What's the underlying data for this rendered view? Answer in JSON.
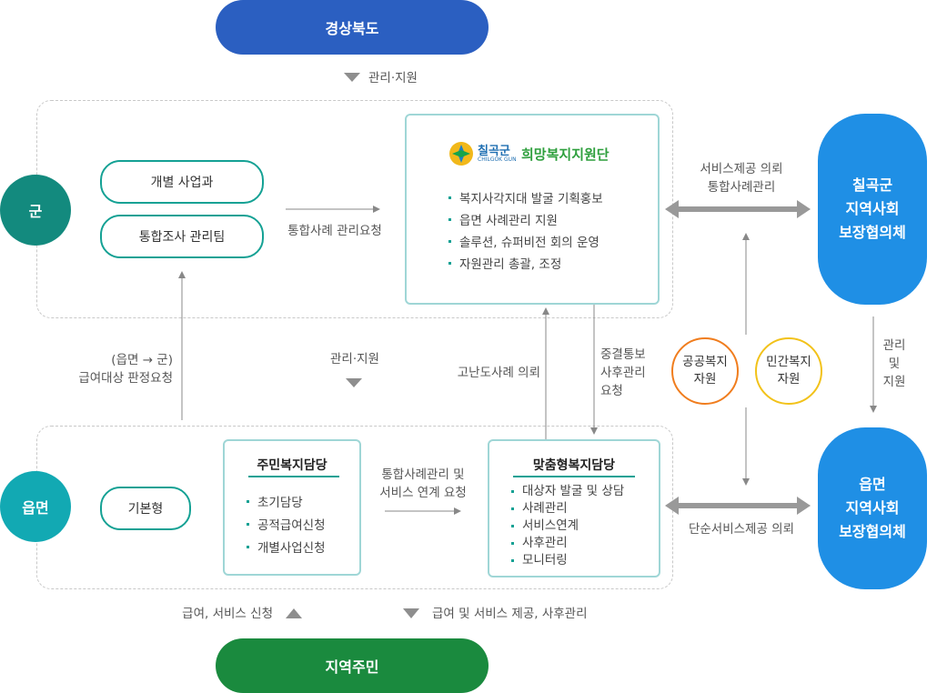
{
  "top": {
    "province": "경상북도",
    "support_label": "관리·지원"
  },
  "gun": {
    "circle": "군",
    "dept1": "개별 사업과",
    "dept2": "통합조사 관리팀",
    "request_label": "통합사례 관리요청",
    "center": {
      "logo_main": "칠곡군",
      "logo_sub": "CHILGOK GUN",
      "logo_slogan": "희망복지지원단",
      "items": [
        "복지사각지대 발굴 기획홍보",
        "읍면 사례관리 지원",
        "솔루션, 슈퍼비전 회의 운영",
        "자원관리 총괄, 조정"
      ]
    },
    "service_label": [
      "서비스제공 의뢰",
      "통합사례관리"
    ]
  },
  "middle": {
    "judge_label": [
      "(읍면 → 군)",
      "급여대상 판정요청"
    ],
    "support_label": "관리·지원",
    "difficult_label": "고난도사례 의뢰",
    "notify_label": [
      "중결통보",
      "사후관리",
      "요청"
    ],
    "public_resource": [
      "공공복지",
      "자원"
    ],
    "private_resource": [
      "민간복지",
      "자원"
    ],
    "right_support": [
      "관리",
      "및",
      "지원"
    ]
  },
  "eup": {
    "circle": "읍면",
    "basic": "기본형",
    "resident_box": {
      "title": "주민복지담당",
      "items": [
        "초기담당",
        "공적급여신청",
        "개별사업신청"
      ]
    },
    "link_label": [
      "통합사례관리 및",
      "서비스 연계 요청"
    ],
    "custom_box": {
      "title": "맞춤형복지담당",
      "items": [
        "대상자 발굴 및 상담",
        "사례관리",
        "서비스연계",
        "사후관리",
        "모니터링"
      ]
    },
    "simple_label": "단순서비스제공 의뢰"
  },
  "councils": {
    "gun": [
      "칠곡군",
      "지역사회",
      "보장협의체"
    ],
    "eup": [
      "읍면",
      "지역사회",
      "보장협의체"
    ]
  },
  "bottom": {
    "apply_label": "급여, 서비스 신청",
    "provide_label": "급여 및 서비스 제공, 사후관리",
    "residents": "지역주민"
  },
  "colors": {
    "navy": "#2b5fc1",
    "teal": "#14a194",
    "green": "#1a8a3e",
    "blue": "#1f8fe5",
    "orange": "#f07d1e",
    "yellow": "#f2c21a"
  }
}
